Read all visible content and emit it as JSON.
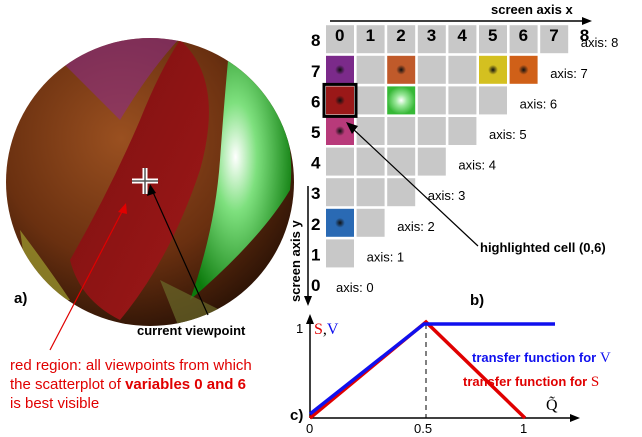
{
  "panel_a": {
    "label": "a)",
    "viewpoint_label": "current viewpoint",
    "red_region_caption": {
      "prefix": "red region: all viewpoints from which",
      "line2": "the scatterplot of ",
      "bold": "variables 0 and 6",
      "line3": "is best visible"
    },
    "colors": {
      "red_region": "#8b1212",
      "green_band": "#22a022",
      "sphere_base": "#5a2a0e"
    }
  },
  "panel_b": {
    "label": "b)",
    "x_axis_title": "screen axis x",
    "y_axis_title": "screen axis y",
    "x_ticks": [
      "0",
      "1",
      "2",
      "3",
      "4",
      "5",
      "6",
      "7",
      "8"
    ],
    "y_ticks": [
      "8",
      "7",
      "6",
      "5",
      "4",
      "3",
      "2",
      "1",
      "0"
    ],
    "axis_labels": [
      "axis: 8",
      "axis: 7",
      "axis: 6",
      "axis: 5",
      "axis: 4",
      "axis: 3",
      "axis: 2",
      "axis: 1",
      "axis: 0"
    ],
    "highlight_label": "highlighted cell (0,6)",
    "cell_color": "#c8c8c8",
    "colored_cells": [
      {
        "x": 0,
        "y": 7,
        "color": "#7b2a8a"
      },
      {
        "x": 2,
        "y": 7,
        "color": "#c05a2a"
      },
      {
        "x": 5,
        "y": 7,
        "color": "#d4c020"
      },
      {
        "x": 6,
        "y": 7,
        "color": "#d06018"
      },
      {
        "x": 0,
        "y": 6,
        "color": "#9a1818"
      },
      {
        "x": 2,
        "y": 6,
        "color": "#36b836"
      },
      {
        "x": 0,
        "y": 5,
        "color": "#b83a7a"
      },
      {
        "x": 0,
        "y": 2,
        "color": "#2a6ab4"
      }
    ]
  },
  "panel_c": {
    "label": "c)",
    "y_tick": "1",
    "y_label_s": "S",
    "y_label_sep": ",",
    "y_label_v": "V",
    "x_label": "Q̃",
    "x_ticks": [
      "0",
      "0.5",
      "1"
    ],
    "tf_v_text": "transfer function for ",
    "tf_v_var": "V",
    "tf_s_text": "transfer function for ",
    "tf_s_var": "S",
    "colors": {
      "V": "#1010ee",
      "S": "#e00000"
    }
  }
}
